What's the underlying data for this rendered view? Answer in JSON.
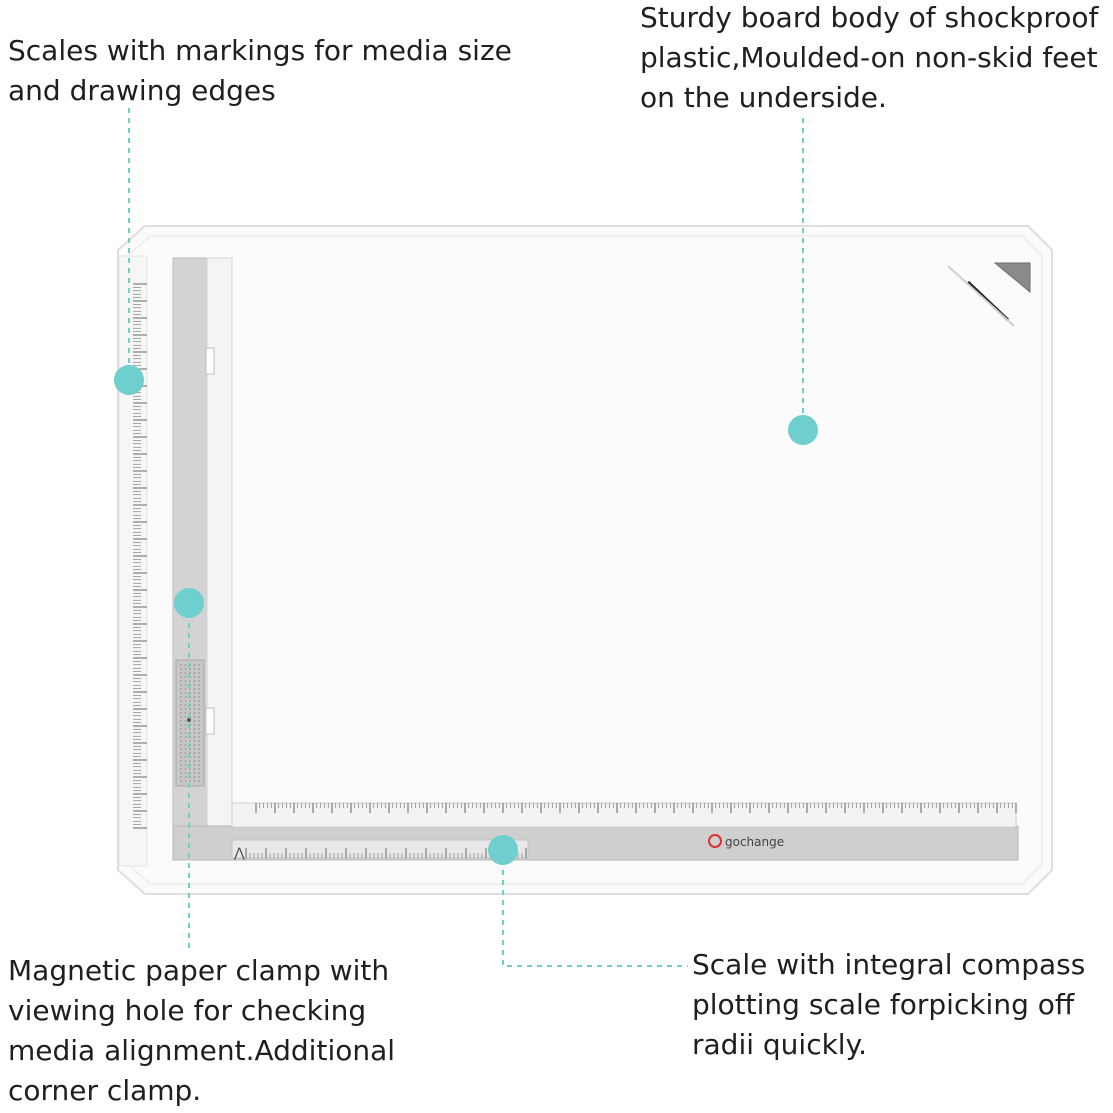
{
  "colors": {
    "accent": "#6fcfcf",
    "board": "#fbfbfb",
    "board_edge": "#e2e2e2",
    "rail": "#cfcfcf",
    "text": "#1f1f1f"
  },
  "callouts": {
    "scales": "Scales with markings for media size\nand drawing edges",
    "board_body": "Sturdy board body of shockproof\nplastic,Moulded-on non-skid feet\non the underside.",
    "clamp": "Magnetic paper clamp with\nviewing hole for checking\nmedia alignment.Additional\ncorner clamp.",
    "compass_scale": "Scale with integral compass\nplotting scale forpicking off\nradii quickly."
  },
  "product": {
    "brand": "gochange"
  },
  "icons": {
    "brand_logo": "brand-logo-icon",
    "corner_clamp": "corner-clamp-icon",
    "compass": "compass-icon"
  }
}
